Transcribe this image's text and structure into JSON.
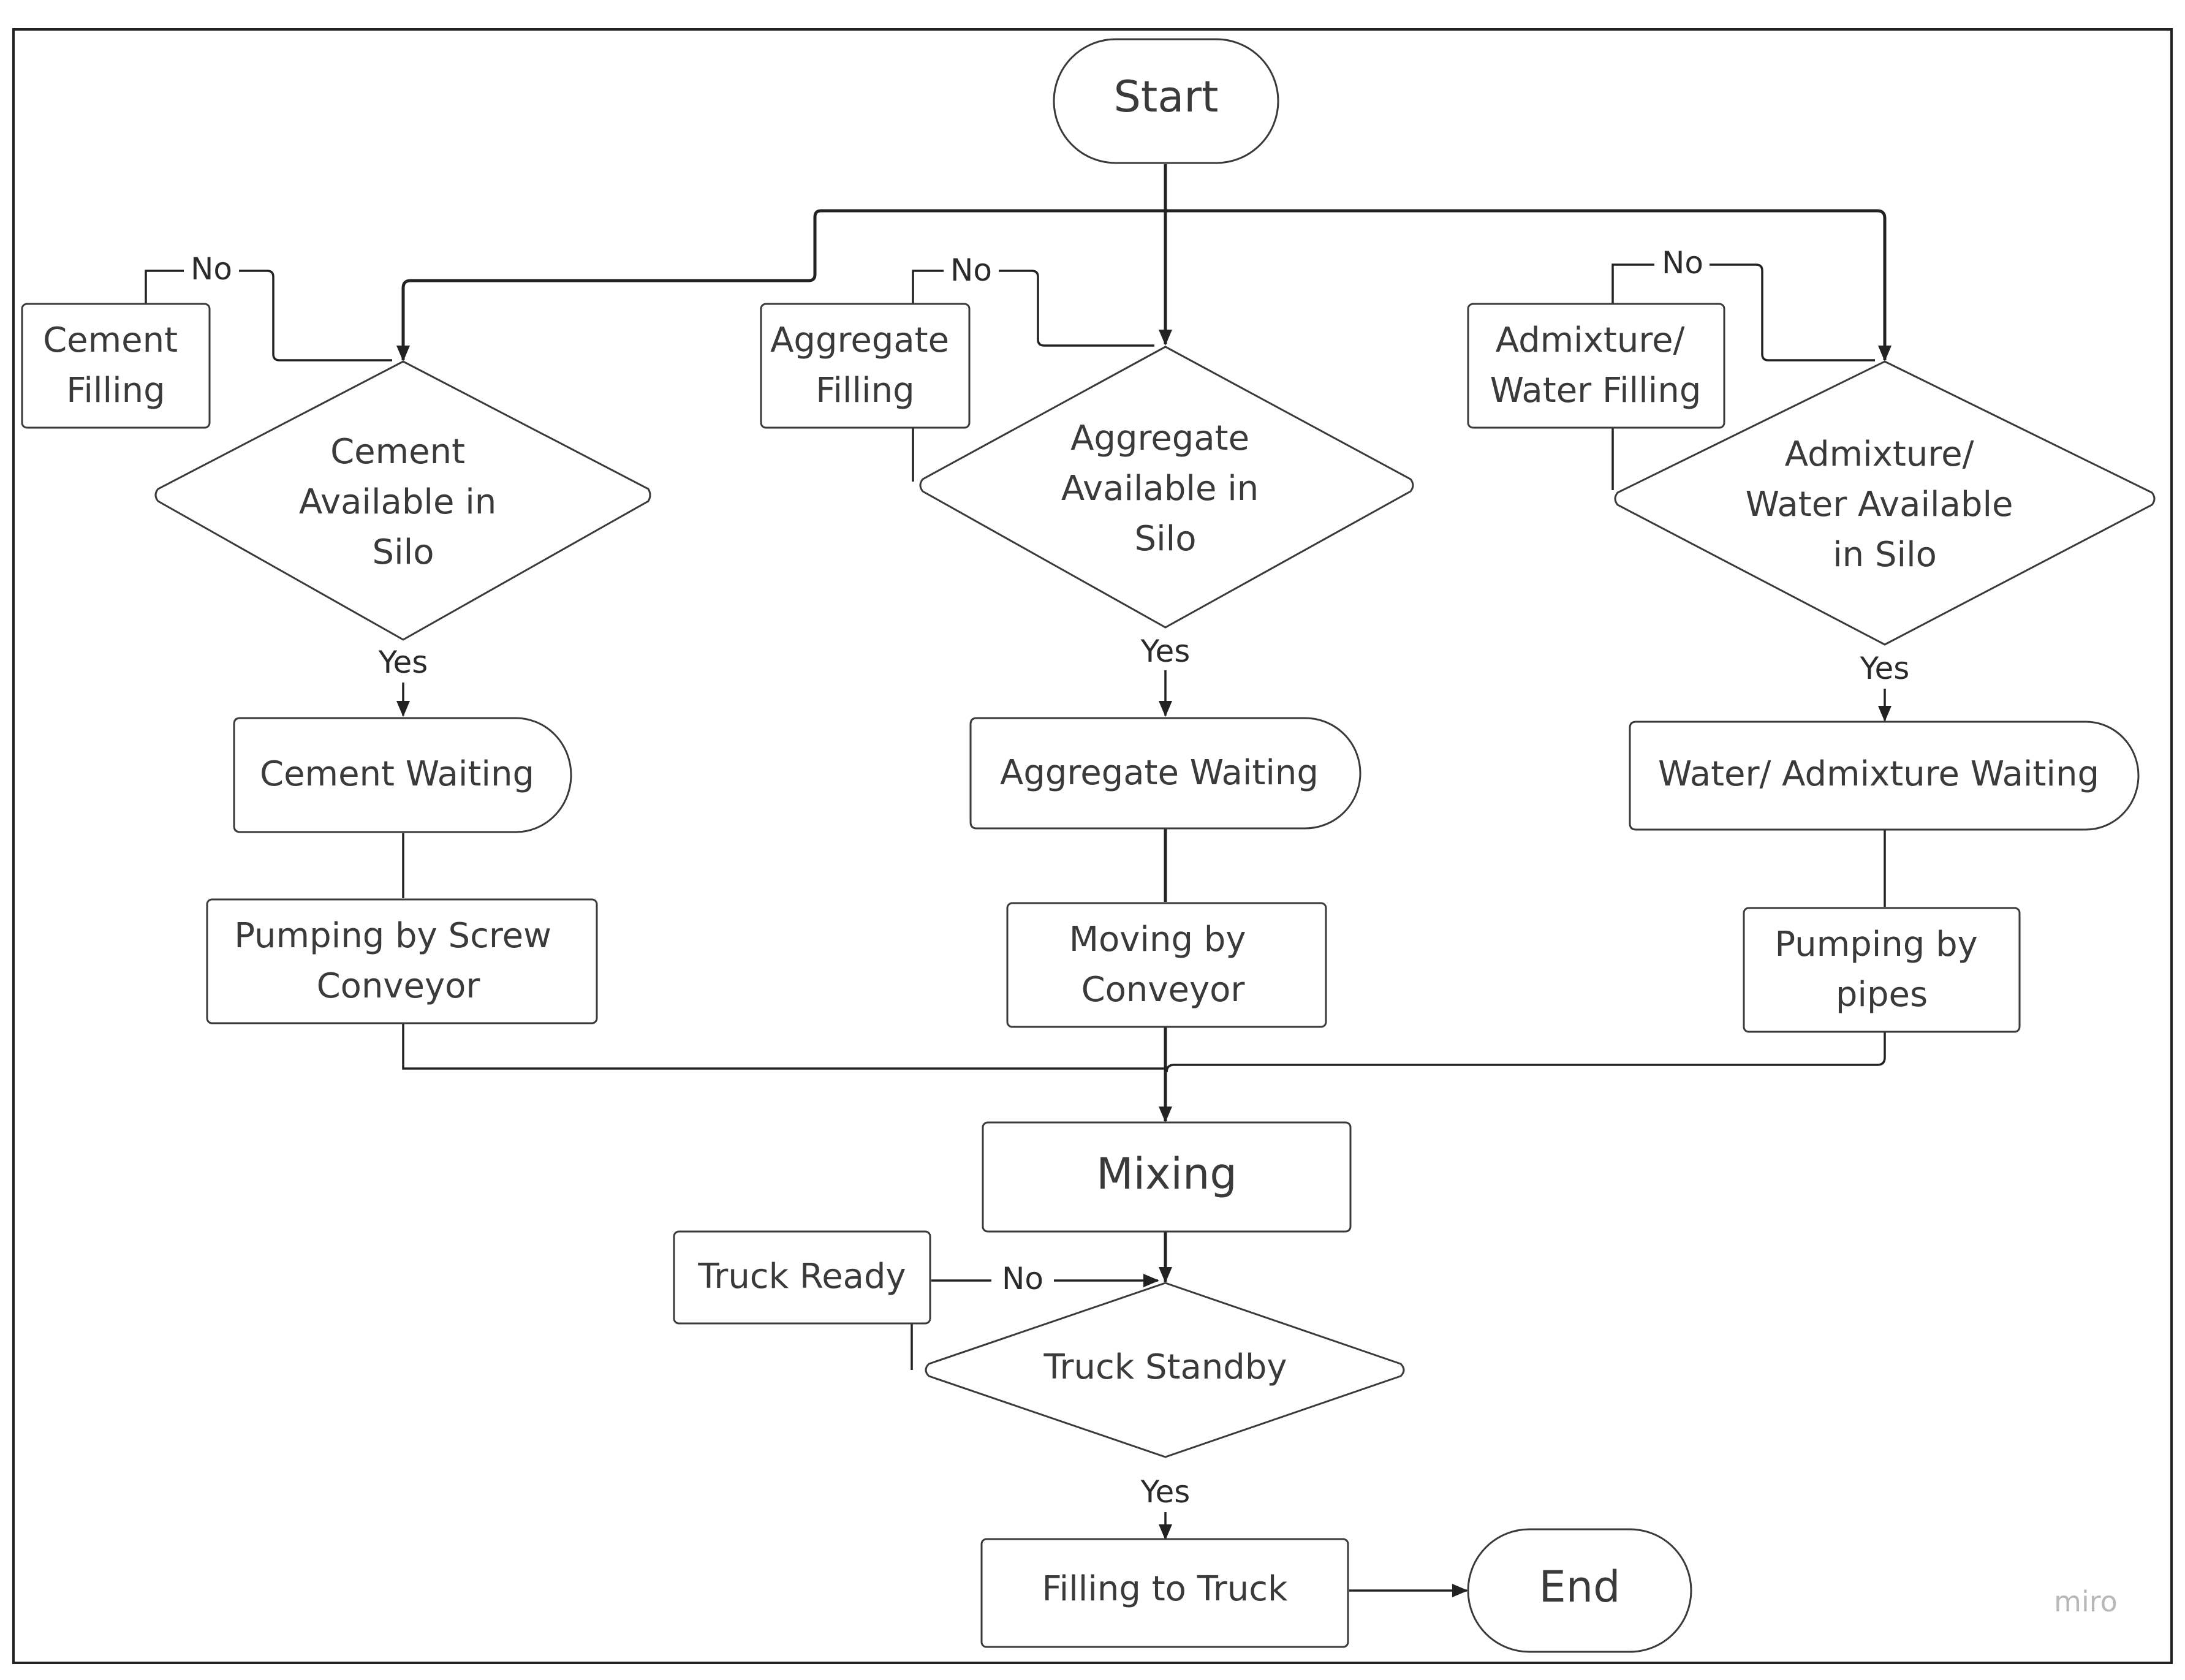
{
  "nodes": {
    "start": "Start",
    "cement_filling": [
      "Cement",
      "Filling"
    ],
    "cement_check": [
      "Cement",
      "Available in",
      "Silo"
    ],
    "cement_waiting": "Cement Waiting",
    "cement_pumping": [
      "Pumping by Screw",
      "Conveyor"
    ],
    "aggregate_filling": [
      "Aggregate",
      "Filling"
    ],
    "aggregate_check": [
      "Aggregate",
      "Available in",
      "Silo"
    ],
    "aggregate_waiting": "Aggregate Waiting",
    "aggregate_moving": [
      "Moving by",
      "Conveyor"
    ],
    "admixture_filling": [
      "Admixture/",
      "Water Filling"
    ],
    "admixture_check": [
      "Admixture/",
      "Water Available",
      "in Silo"
    ],
    "admixture_waiting": "Water/ Admixture Waiting",
    "admixture_pumping": [
      "Pumping by",
      "pipes"
    ],
    "mixing": "Mixing",
    "truck_ready": "Truck Ready",
    "truck_standby": "Truck Standby",
    "filling_truck": "Filling to Truck",
    "end": "End"
  },
  "edge_labels": {
    "no": "No",
    "yes": "Yes"
  },
  "watermark": "miro"
}
